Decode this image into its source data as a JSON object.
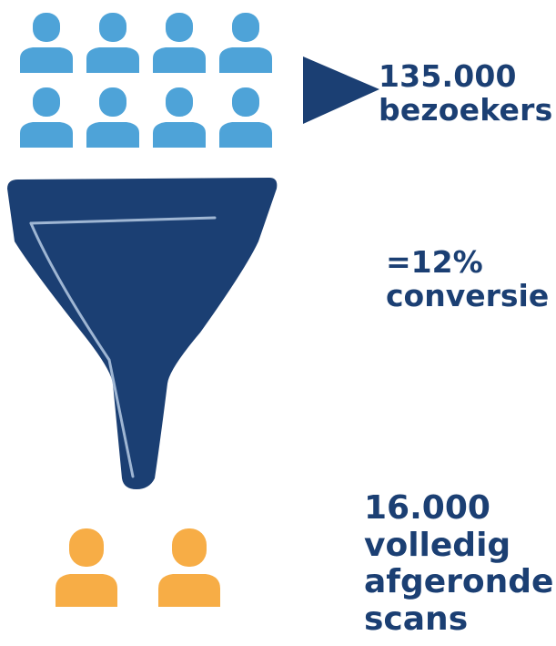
{
  "visitors": {
    "line1": "135.000",
    "line2": "bezoekers"
  },
  "conversion": {
    "line1": "=12%",
    "line2": "conversie"
  },
  "result": {
    "line1": "16.000",
    "line2": "volledig",
    "line3": "afgeronde",
    "line4": "scans"
  },
  "colors": {
    "visitor_icon": "#4ea3d8",
    "dark_blue": "#1b3f73",
    "result_icon": "#f7ad46",
    "funnel_highlight": "#9fb6d3"
  },
  "icons": {
    "visitor": "person-icon",
    "result": "person-icon",
    "arrow": "arrow-right-icon",
    "funnel": "funnel-icon"
  },
  "counts": {
    "visitor_icons": 8,
    "result_icons": 2
  }
}
